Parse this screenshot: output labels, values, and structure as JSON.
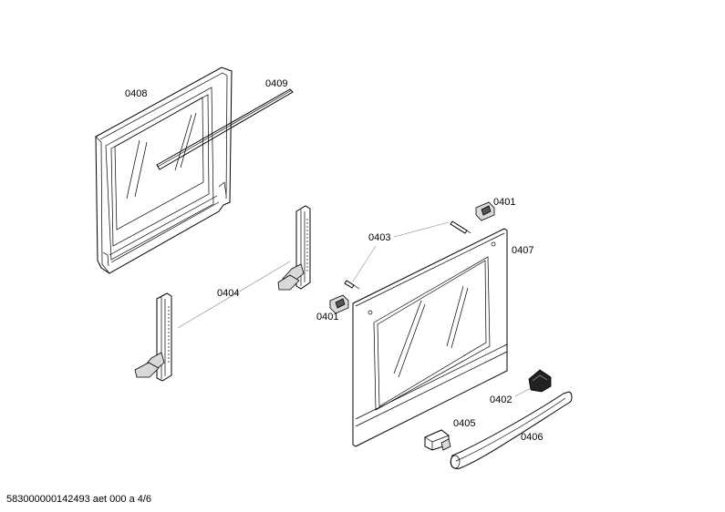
{
  "parts": [
    {
      "id": "p0408",
      "label": "0408"
    },
    {
      "id": "p0409",
      "label": "0409"
    },
    {
      "id": "p0401a",
      "label": "0401"
    },
    {
      "id": "p0403",
      "label": "0403"
    },
    {
      "id": "p0407",
      "label": "0407"
    },
    {
      "id": "p0404",
      "label": "0404"
    },
    {
      "id": "p0401b",
      "label": "0401"
    },
    {
      "id": "p0402",
      "label": "0402"
    },
    {
      "id": "p0405",
      "label": "0405"
    },
    {
      "id": "p0406",
      "label": "0406"
    }
  ],
  "footer": {
    "text": "583000000142493 aet 000 a 4/6"
  }
}
